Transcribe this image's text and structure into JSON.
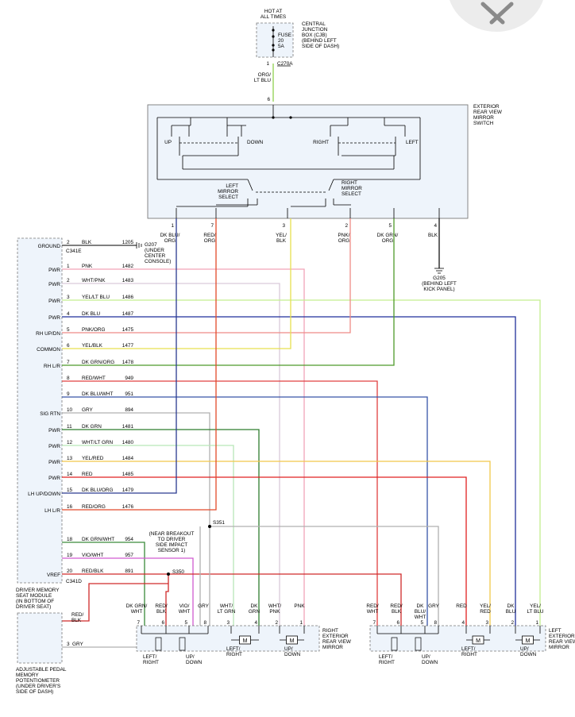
{
  "power_source": {
    "hot_label": [
      "HOT AT",
      "ALL TIMES"
    ],
    "cjb_label": [
      "CENTRAL",
      "JUNCTION",
      "BOX (CJB)",
      "(BEHIND LEFT",
      "SIDE OF DASH)"
    ],
    "fuse_label": [
      "FUSE",
      "20",
      "5A"
    ],
    "pin": "1",
    "connector": "C270A",
    "wire": [
      "ORG/",
      "LT BLU"
    ],
    "entry_pin": "6"
  },
  "switch": {
    "title": [
      "EXTERIOR",
      "REAR VIEW",
      "MIRROR",
      "SWITCH"
    ],
    "up": "UP",
    "down": "DOWN",
    "right": "RIGHT",
    "left": "LEFT",
    "left_select": [
      "LEFT",
      "MIRROR",
      "SELECT"
    ],
    "right_select": [
      "RIGHT",
      "MIRROR",
      "SELECT"
    ],
    "pins": [
      "1",
      "7",
      "3",
      "2",
      "5",
      "4"
    ],
    "pin_colors": [
      [
        "DK BLU/",
        "ORG"
      ],
      [
        "RED/",
        "ORG"
      ],
      [
        "YEL/",
        "BLK"
      ],
      [
        "PNK/",
        "ORG"
      ],
      [
        "DK GRN/",
        "ORG"
      ],
      [
        "BLK"
      ]
    ]
  },
  "g205": [
    "G205",
    "(BEHIND LEFT",
    "KICK PANEL)"
  ],
  "g207": [
    "G207",
    "(UNDER",
    "CENTER",
    "CONSOLE)"
  ],
  "module": {
    "connector": "C341E",
    "connector2": "C341D",
    "title": [
      "DRIVER MEMORY",
      "SEAT MODULE",
      "(IN BOTTOM OF",
      "DRIVER SEAT)"
    ],
    "pins": [
      {
        "fn": "GROUND",
        "pin": "2",
        "color": "BLK",
        "circuit": "1205"
      },
      {
        "fn": "PWR",
        "pin": "1",
        "color": "PNK",
        "circuit": "1482"
      },
      {
        "fn": "PWR",
        "pin": "2",
        "color": "WHT/PNK",
        "circuit": "1483"
      },
      {
        "fn": "PWR",
        "pin": "3",
        "color": "YEL/LT BLU",
        "circuit": "1486"
      },
      {
        "fn": "PWR",
        "pin": "4",
        "color": "DK BLU",
        "circuit": "1487"
      },
      {
        "fn": "RH UP/DN",
        "pin": "5",
        "color": "PNK/ORG",
        "circuit": "1475"
      },
      {
        "fn": "COMMON",
        "pin": "6",
        "color": "YEL/BLK",
        "circuit": "1477"
      },
      {
        "fn": "RH L/R",
        "pin": "7",
        "color": "DK GRN/ORG",
        "circuit": "1478"
      },
      {
        "fn": "",
        "pin": "8",
        "color": "RED/WHT",
        "circuit": "949"
      },
      {
        "fn": "",
        "pin": "9",
        "color": "DK BLU/WHT",
        "circuit": "951"
      },
      {
        "fn": "SIG RTN",
        "pin": "10",
        "color": "GRY",
        "circuit": "894"
      },
      {
        "fn": "PWR",
        "pin": "11",
        "color": "DK GRN",
        "circuit": "1481"
      },
      {
        "fn": "PWR",
        "pin": "12",
        "color": "WHT/LT GRN",
        "circuit": "1480"
      },
      {
        "fn": "PWR",
        "pin": "13",
        "color": "YEL/RED",
        "circuit": "1484"
      },
      {
        "fn": "PWR",
        "pin": "14",
        "color": "RED",
        "circuit": "1485"
      },
      {
        "fn": "LH UP/DOWN",
        "pin": "15",
        "color": "DK BLU/ORG",
        "circuit": "1479"
      },
      {
        "fn": "LH L/R",
        "pin": "16",
        "color": "RED/ORG",
        "circuit": "1476"
      },
      {
        "fn": "",
        "pin": "18",
        "color": "DK GRN/WHT",
        "circuit": "954"
      },
      {
        "fn": "",
        "pin": "19",
        "color": "VIO/WHT",
        "circuit": "957"
      },
      {
        "fn": "VREF",
        "pin": "20",
        "color": "RED/BLK",
        "circuit": "891"
      }
    ]
  },
  "splice_s351": "S351",
  "splice_s350": "S350",
  "splice_note": [
    "(NEAR BREAKOUT",
    "TO DRIVER",
    "SIDE IMPACT",
    "SENSOR 1)"
  ],
  "pedal": {
    "title": [
      "ADJUSTABLE PEDAL",
      "MEMORY",
      "POTENTIOMETER",
      "(UNDER DRIVER'S",
      "SIDE OF DASH)"
    ],
    "wire1": [
      "RED/",
      "BLK"
    ],
    "pin3": "3",
    "wire3": "GRY"
  },
  "right_mirror": {
    "title": [
      "RIGHT",
      "EXTERIOR",
      "REAR VIEW",
      "MIRROR"
    ],
    "pins": [
      "7",
      "6",
      "5",
      "8",
      "3",
      "4",
      "2",
      "1"
    ],
    "wires": [
      [
        "DK GRN/",
        "WHT"
      ],
      [
        "RED/",
        "BLK"
      ],
      [
        "VIO/",
        "WHT"
      ],
      [
        "GRY"
      ],
      [
        "WHT/",
        "LT GRN"
      ],
      [
        "DK",
        "GRN"
      ],
      [
        "WHT/",
        "PNK"
      ],
      [
        "PNK"
      ]
    ],
    "motor": "M",
    "lr": [
      "LEFT/",
      "RIGHT"
    ],
    "ud": [
      "UP/",
      "DOWN"
    ]
  },
  "left_mirror": {
    "title": [
      "LEFT",
      "EXTERIOR",
      "REAR VIEW",
      "MIRROR"
    ],
    "pins": [
      "7",
      "6",
      "5",
      "8",
      "4",
      "3",
      "2",
      "1"
    ],
    "wires": [
      [
        "RED/",
        "WHT"
      ],
      [
        "RED/",
        "BLK"
      ],
      [
        "DK",
        "BLU/",
        "WHT"
      ],
      [
        "GRY"
      ],
      [
        "RED"
      ],
      [
        "YEL/",
        "RED"
      ],
      [
        "DK",
        "BLU"
      ],
      [
        "YEL/",
        "LT BLU"
      ]
    ],
    "motor": "M",
    "lr": [
      "LEFT/",
      "RIGHT"
    ],
    "ud": [
      "UP/",
      "DOWN"
    ]
  },
  "colors": {
    "org_ltblu": "#8fd14f",
    "pnk": "#f2a3b8",
    "wht_pnk": "#d9c9d9",
    "yel_ltblu": "#c3ef8f",
    "dk_blu": "#1f2f9a",
    "pnk_org": "#ef8b86",
    "yel_blk": "#e6e04f",
    "dk_grn_org": "#4e9a2a",
    "red_wht": "#e04040",
    "dk_blu_wht": "#3755a8",
    "gry": "#b0b0b0",
    "dk_grn": "#2e7d2e",
    "wht_ltgrn": "#b8e6b8",
    "yel_red": "#f2c84a",
    "red": "#e02020",
    "dk_blu_org": "#2a3a90",
    "red_org": "#e24a2a",
    "dk_grn_wht": "#3a8a3a",
    "vio_wht": "#d05ad0",
    "red_blk": "#d02a2a",
    "panel_fill": "#eef4fb",
    "panel_border": "#7a7a7a"
  },
  "close_icon": "close-x-icon"
}
